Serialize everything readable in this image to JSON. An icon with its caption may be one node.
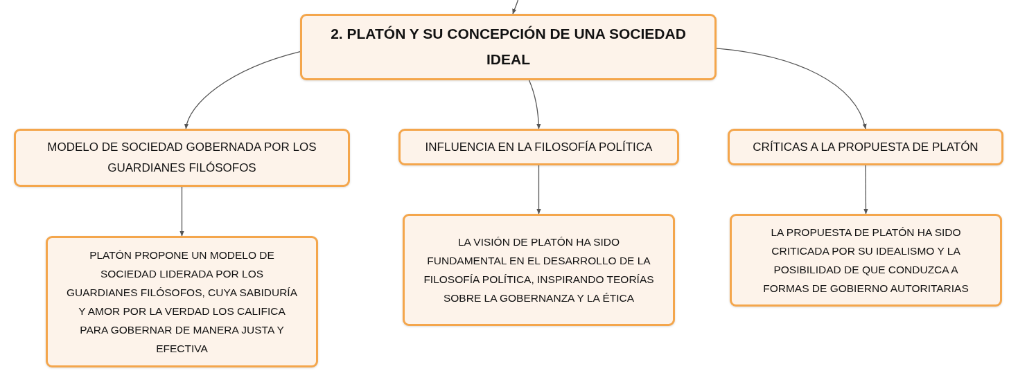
{
  "diagram": {
    "nodes": [
      {
        "text": [
          "2. PLATÓN Y SU CONCEPCIÓN DE UNA SOCIEDAD IDEAL"
        ]
      },
      {
        "text": [
          "MODELO DE SOCIEDAD GOBERNADA POR LOS GUARDIANES FILÓSOFOS"
        ]
      },
      {
        "text": [
          "INFLUENCIA EN LA FILOSOFÍA POLÍTICA"
        ]
      },
      {
        "text": [
          "CRÍTICAS A LA PROPUESTA DE PLATÓN"
        ]
      },
      {
        "text": [
          "PLATÓN PROPONE UN MODELO DE SOCIEDAD LIDERADA POR LOS GUARDIANES FILÓSOFOS, CUYA SABIDURÍA Y AMOR POR LA VERDAD LOS CALIFICA PARA GOBERNAR DE MANERA JUSTA Y EFECTIVA"
        ]
      },
      {
        "text": [
          "LA VISIÓN DE PLATÓN HA SIDO FUNDAMENTAL EN EL DESARROLLO DE LA FILOSOFÍA POLÍTICA, INSPIRANDO TEORÍAS SOBRE LA GOBERNANZA Y LA ÉTICA"
        ]
      },
      {
        "text": [
          "LA PROPUESTA DE PLATÓN HA SIDO CRITICADA POR SU IDEALISMO Y LA POSIBILIDAD DE QUE CONDUZCA A FORMAS DE GOBIERNO AUTORITARIAS"
        ]
      }
    ],
    "edges": [
      {
        "from": null,
        "to": 0,
        "arrow": "to"
      },
      {
        "from": 0,
        "to": 1,
        "arrow": "to"
      },
      {
        "from": 0,
        "to": 2,
        "arrow": "to"
      },
      {
        "from": 0,
        "to": 3,
        "arrow": "to"
      },
      {
        "from": 1,
        "to": 4,
        "arrow": "to"
      },
      {
        "from": 2,
        "to": 5,
        "arrow": "to"
      },
      {
        "from": 3,
        "to": 6,
        "arrow": "to"
      }
    ]
  }
}
